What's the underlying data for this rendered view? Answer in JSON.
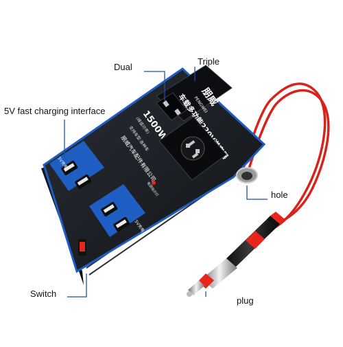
{
  "annotations": {
    "dual": "Dual",
    "triple": "Triple",
    "fast_charging": "5V fast charging interface",
    "hole": "hole",
    "switch": "Switch",
    "plug": "plug"
  },
  "device_text": {
    "brand": "朋威",
    "brand_latin": "PENGWEI",
    "title": "车载多功能220V逆变器",
    "power": "1500W",
    "power_sub": "(峰值功率)",
    "compat_line": "支持车型:各种车",
    "maker": "朋威汽车配件有限公司",
    "usb_label_left": "5V充电",
    "usb_label_right": "5V充电",
    "indicator_label": "电源指示灯"
  },
  "colors": {
    "body": "#1a1d22",
    "accent_blue": "#1f5fc4",
    "cable_red": "#d8231c",
    "plug_red": "#e8261c",
    "callout_line": "#1f4ea8"
  }
}
